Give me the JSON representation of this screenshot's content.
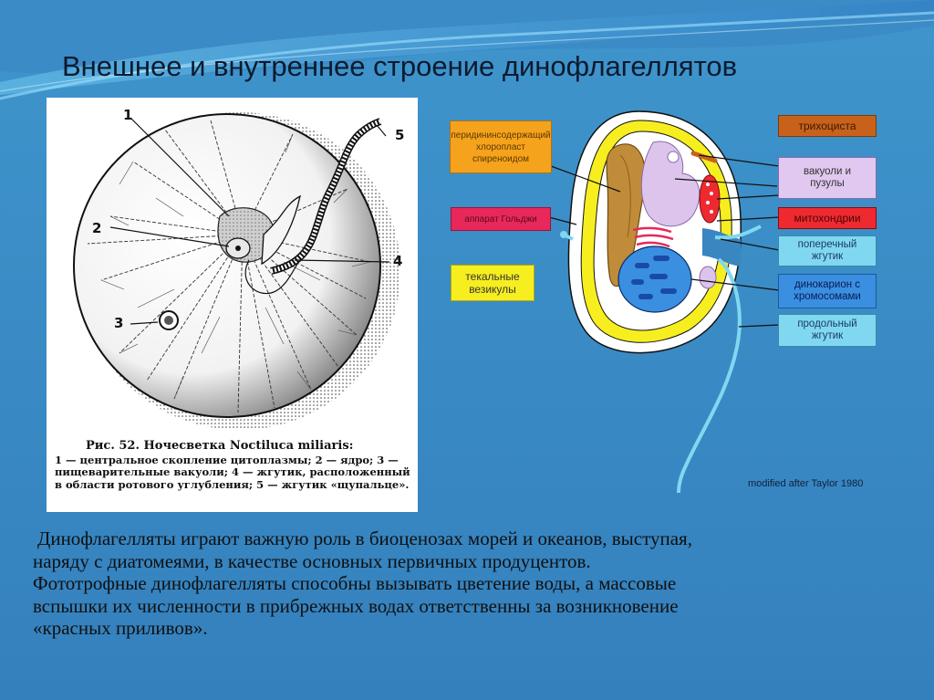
{
  "title": "Внешнее и внутреннее строение динофлагеллятов",
  "left_figure": {
    "number_labels": [
      "1",
      "2",
      "3",
      "4",
      "5"
    ],
    "caption_title": "Рис. 52. Ночесветка Noctiluca miliaris:",
    "caption_text": "1 — центральное скопление цитоплазмы; 2 — ядро; 3 — пищеварительные вакуоли; 4 — жгутик, расположенный в области ротового углубления; 5 — жгутик «щупальце»."
  },
  "right_diagram": {
    "labels_left": [
      {
        "text": "перидининсодержащий хлоропласт спиреноидом",
        "bg": "#f5a21c",
        "color": "#5a3a00"
      },
      {
        "text": "аппарат Гольджи",
        "bg": "#e8285a",
        "color": "#5a0a20"
      },
      {
        "text": "текальные везикулы",
        "bg": "#f7ee20",
        "color": "#333333"
      }
    ],
    "labels_right": [
      {
        "text": "трихоциста",
        "bg": "#c8621a",
        "color": "#3a1a05"
      },
      {
        "text": "вакуоли и пузулы",
        "bg": "#e0c8f0",
        "color": "#333333"
      },
      {
        "text": "митохондрии",
        "bg": "#ee2a30",
        "color": "#4a0505"
      },
      {
        "text": "поперечный жгутик",
        "bg": "#80d8f0",
        "color": "#1a3a66"
      },
      {
        "text": "динокарион с хромосомами",
        "bg": "#3a8fe0",
        "color": "#0a1a55"
      },
      {
        "text": "продольный жгутик",
        "bg": "#80d8f0",
        "color": "#1a3a66"
      }
    ],
    "credit": "modified after Taylor 1980"
  },
  "body_text": [
    "Динофлагелляты играют важную роль в биоценозах морей и океанов, выступая,",
    "наряду с диатомеями, в качестве основных первичных продуцентов.",
    "Фототрофные динофлагелляты способны вызывать цветение воды, а массовые",
    "вспышки их численности в прибрежных водах ответственны за возникновение",
    "«красных приливов»."
  ],
  "colors": {
    "background": "#3a86c0",
    "title": "#0d1a2e"
  }
}
